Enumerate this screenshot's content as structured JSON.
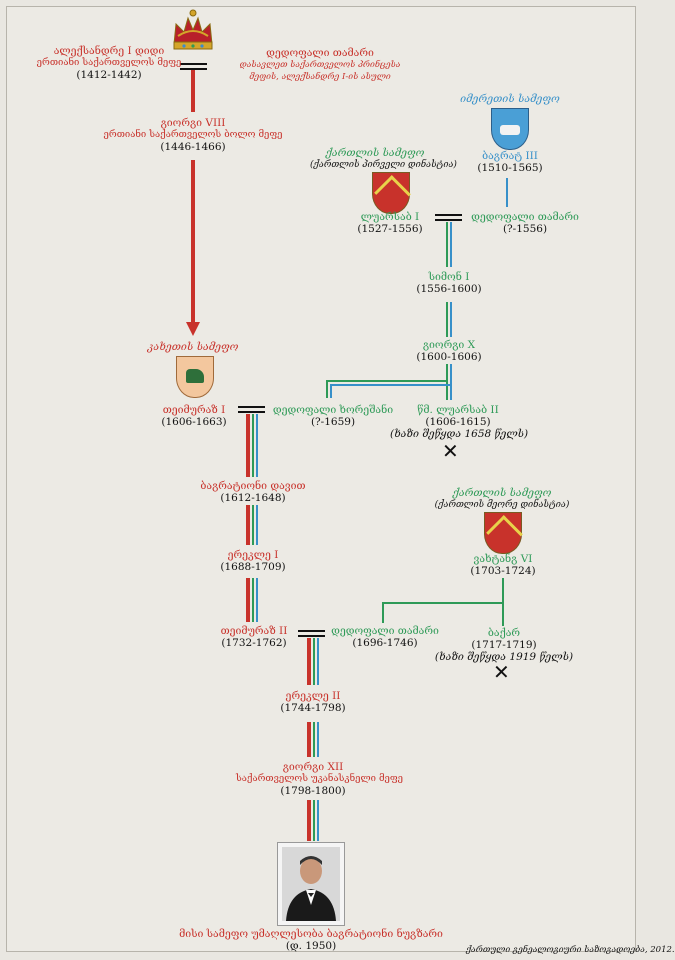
{
  "top": {
    "king": [
      "ალექსანდრე I დიდი",
      "ერთიანი საქართველოს მეფე",
      "(1412-1442)"
    ],
    "queen": [
      "დედოფალი თამარი",
      "დასავლეთ საქართველოს პრინცესა",
      "მეფის, ალექსანდრე I-ის ასული"
    ]
  },
  "george8": [
    "გიორგი VIII",
    "ერთიანი საქართველოს ბოლო მეფე",
    "(1446-1466)"
  ],
  "imereti": {
    "title": "იმერეთის სამეფო",
    "name": "ბაგრატ III",
    "years": "(1510-1565)"
  },
  "kartli1": {
    "title": "ქართლის სამეფო",
    "subtitle": "(ქართლის პირველი დინასტია)"
  },
  "luarsab1": {
    "name": "ლუარსაბ I",
    "years": "(1527-1556)"
  },
  "queen_tamar2": {
    "name": "დედოფალი თამარი",
    "years": "(?-1556)"
  },
  "simon1": {
    "name": "სიმონ I",
    "years": "(1556-1600)"
  },
  "george10": {
    "name": "გიორგი X",
    "years": "(1600-1606)"
  },
  "kakheti": {
    "title": "კახეთის სამეფო"
  },
  "teimuraz1": {
    "name": "თეიმურაზ I",
    "years": "(1606-1663)"
  },
  "queen_khoreshan": {
    "name": "დედოფალი ხორეშანი",
    "years": "(?-1659)"
  },
  "luarsab2": {
    "name": "წმ. ლუარსაბ II",
    "years": "(1606-1615)",
    "note": "(ხაზი შეწყდა 1658 წელს)"
  },
  "bagrationi_david": {
    "name": "ბაგრატიონი დავით",
    "years": "(1612-1648)"
  },
  "erekle1": {
    "name": "ერეკლე I",
    "years": "(1688-1709)"
  },
  "kartli2": {
    "title": "ქართლის სამეფო",
    "subtitle": "(ქართლის მეორე დინასტია)"
  },
  "vakhtang6": {
    "name": "ვახტანგ VI",
    "years": "(1703-1724)"
  },
  "teimuraz2": {
    "name": "თეიმურაზ II",
    "years": "(1732-1762)"
  },
  "queen_tamar3": {
    "name": "დედოფალი თამარი",
    "years": "(1696-1746)"
  },
  "bakar": {
    "name": "ბაქარ",
    "years": "(1717-1719)",
    "note": "(ხაზი შეწყდა 1919 წელს)"
  },
  "erekle2": {
    "name": "ერეკლე II",
    "years": "(1744-1798)"
  },
  "george12": {
    "name": "გიორგი XII",
    "title": "საქართველოს უკანასკნელი მეფე",
    "years": "(1798-1800)"
  },
  "nugzar": {
    "name": "მისი სამეფო უმაღლესობა ბაგრატიონი ნუგზარი",
    "years": "(დ. 1950)"
  },
  "credit": "ქართული გენეალოგიური საზოგადოება, 2012.",
  "colors": {
    "red": "#c8322b",
    "green": "#2e9a57",
    "blue": "#3790c9"
  }
}
